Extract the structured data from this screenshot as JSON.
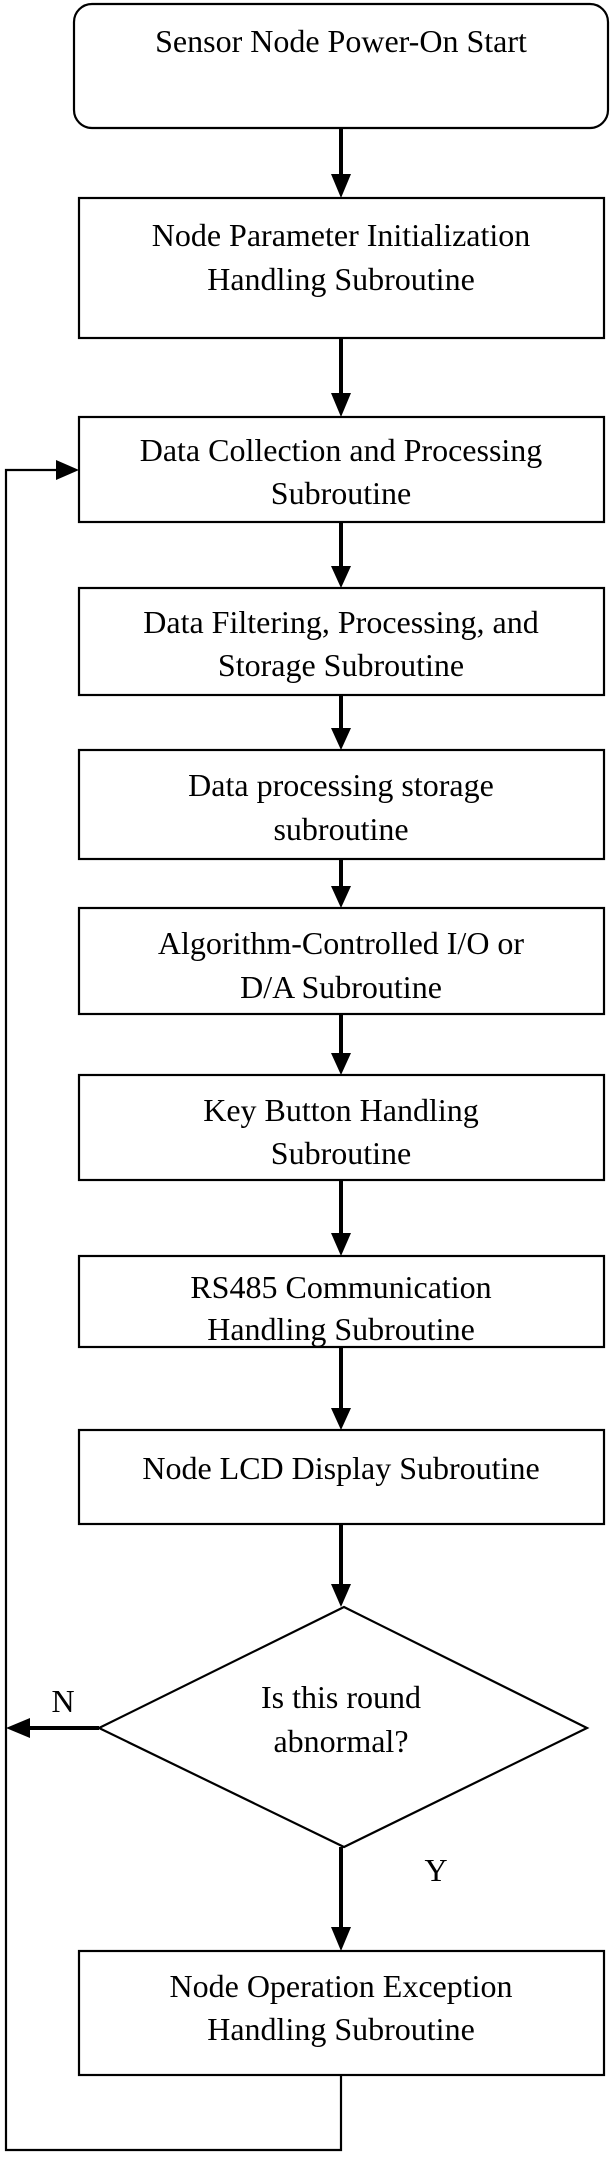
{
  "nodes": {
    "start": {
      "lines": [
        "Sensor Node Power-On Start"
      ]
    },
    "init": {
      "lines": [
        "Node Parameter Initialization",
        "Handling Subroutine"
      ]
    },
    "collect": {
      "lines": [
        "Data Collection and Processing",
        "Subroutine"
      ]
    },
    "filter": {
      "lines": [
        "Data Filtering, Processing, and",
        "Storage Subroutine"
      ]
    },
    "storage": {
      "lines": [
        "Data processing storage",
        "subroutine"
      ]
    },
    "algo": {
      "lines": [
        "Algorithm-Controlled I/O or",
        "D/A Subroutine"
      ]
    },
    "key": {
      "lines": [
        "Key Button Handling",
        "Subroutine"
      ]
    },
    "rs485": {
      "lines": [
        "RS485 Communication",
        "Handling Subroutine"
      ]
    },
    "lcd": {
      "lines": [
        "Node LCD Display Subroutine"
      ]
    },
    "decision": {
      "lines": [
        "Is this round",
        "abnormal?"
      ]
    },
    "exception": {
      "lines": [
        "Node Operation Exception",
        "Handling Subroutine"
      ]
    }
  },
  "edges": {
    "no_label": "N",
    "yes_label": "Y"
  }
}
